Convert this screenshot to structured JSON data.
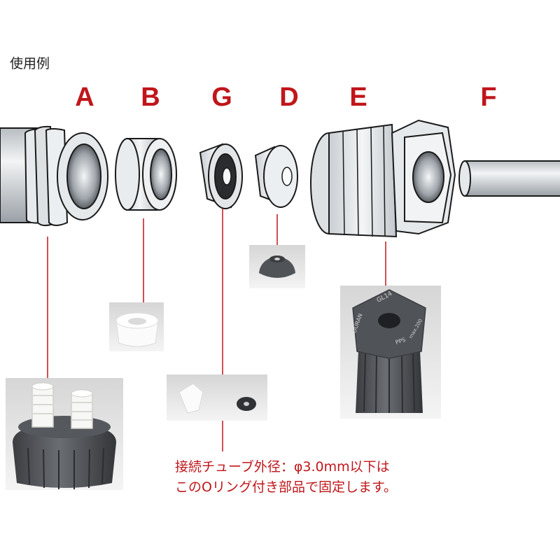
{
  "caption": "使用例",
  "labels": [
    "A",
    "B",
    "G",
    "D",
    "E",
    "F"
  ],
  "note": {
    "line1": "接続チューブ外径：φ3.0mm以下は",
    "line2": "このOリング付き部品で固定します。"
  },
  "colors": {
    "label": "#c0161b",
    "leader": "#c0161b",
    "part_fill": "#dfe3e6",
    "part_dark": "#4a4c50",
    "outline": "#1a1a1a"
  },
  "cap_text": {
    "brand": "DURAN",
    "model": "GL14",
    "material": "PPS",
    "temp": "max.200"
  }
}
